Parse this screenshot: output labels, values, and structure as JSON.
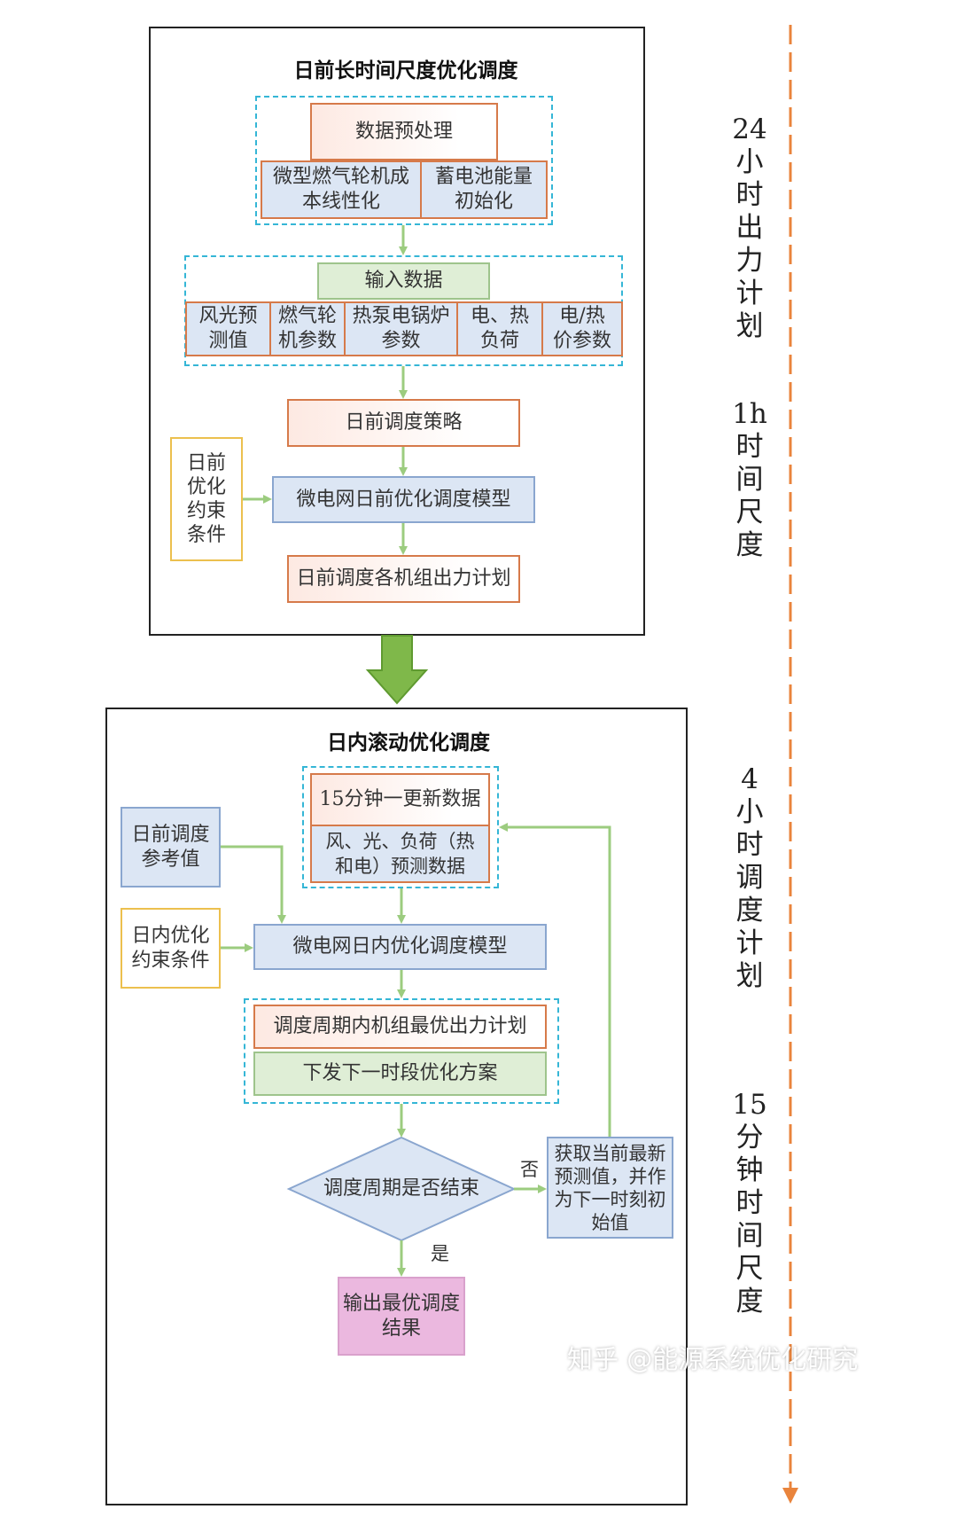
{
  "top_panel": {
    "title": "日前长时间尺度优化调度",
    "data_preprocessing": "数据预处理",
    "turbine_linearization": "微型燃气轮机成\n本线性化",
    "battery_init": "蓄电池能量\n初始化",
    "input_data": "输入数据",
    "inputs": [
      "风光预\n测值",
      "燃气轮\n机参数",
      "热泵电锅炉\n参数",
      "电、热\n负荷",
      "电/热\n价参数"
    ],
    "strategy": "日前调度策略",
    "constraints": "日前\n优化\n约束\n条件",
    "model": "微电网日前优化调度模型",
    "output_plan": "日前调度各机组出力计划"
  },
  "bottom_panel": {
    "title": "日内滚动优化调度",
    "update_data": "15分钟一更新数据",
    "forecast_data": "风、光、负荷（热\n和电）预测数据",
    "reference": "日前调度\n参考值",
    "constraints": "日内优化\n约束条件",
    "model": "微电网日内优化调度模型",
    "optimal_plan": "调度周期内机组最优出力计划",
    "issue_plan": "下发下一时段优化方案",
    "decision": "调度周期是否结束",
    "no_label": "否",
    "yes_label": "是",
    "get_latest": "获取当前最新\n预测值，并作\n为下一时刻初\n始值",
    "output": "输出最优调度\n结果"
  },
  "timeline": {
    "labels": [
      "24\n小\n时\n出\n力\n计\n划",
      "1h\n时\n间\n尺\n度",
      "4\n小\n时\n调\n度\n计\n划",
      "15\n分\n钟\n时\n间\n尺\n度"
    ]
  },
  "watermark": "知乎 @能源系统优化研究",
  "colors": {
    "arrow_green": "#9ccc7f",
    "big_arrow_fill": "#7fb84a",
    "timeline_orange": "#e9843c",
    "dash_cyan": "#35b6d6"
  }
}
